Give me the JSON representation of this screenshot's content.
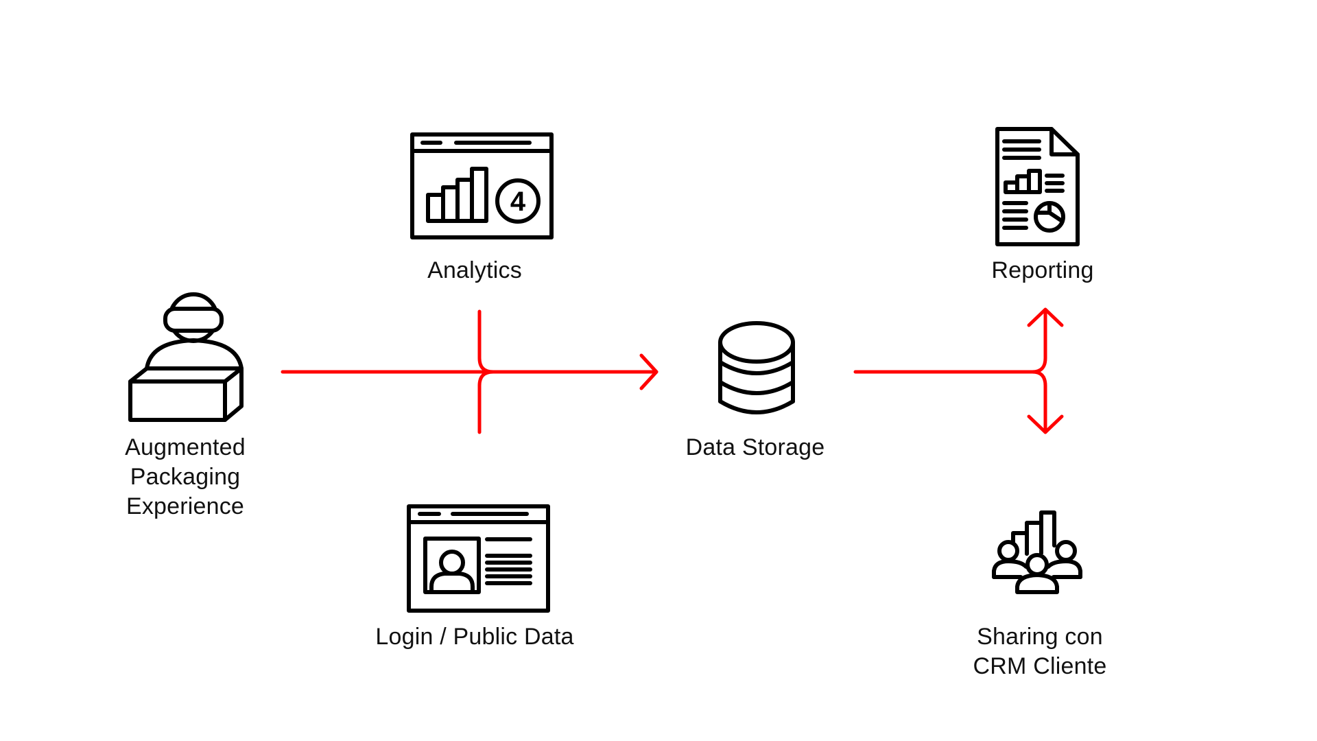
{
  "diagram": {
    "accent_color": "#ff0000",
    "nodes": [
      {
        "id": "augmented-packaging",
        "label": "Augmented\nPackaging\nExperience",
        "icon": "vr-person-box-icon"
      },
      {
        "id": "analytics",
        "label": "Analytics",
        "icon": "analytics-dashboard-icon",
        "badge": "4"
      },
      {
        "id": "login-public-data",
        "label": "Login / Public Data",
        "icon": "profile-webpage-icon"
      },
      {
        "id": "data-storage",
        "label": "Data Storage",
        "icon": "database-icon"
      },
      {
        "id": "reporting",
        "label": "Reporting",
        "icon": "report-document-icon"
      },
      {
        "id": "sharing-crm",
        "label": "Sharing con\nCRM Cliente",
        "icon": "people-growth-chart-icon"
      }
    ],
    "edges": [
      {
        "from": "augmented-packaging",
        "to": "data-storage"
      },
      {
        "from": "analytics",
        "to": "data-storage",
        "merge": true
      },
      {
        "from": "login-public-data",
        "to": "data-storage",
        "merge": true
      },
      {
        "from": "data-storage",
        "to": "reporting"
      },
      {
        "from": "data-storage",
        "to": "sharing-crm"
      }
    ]
  }
}
